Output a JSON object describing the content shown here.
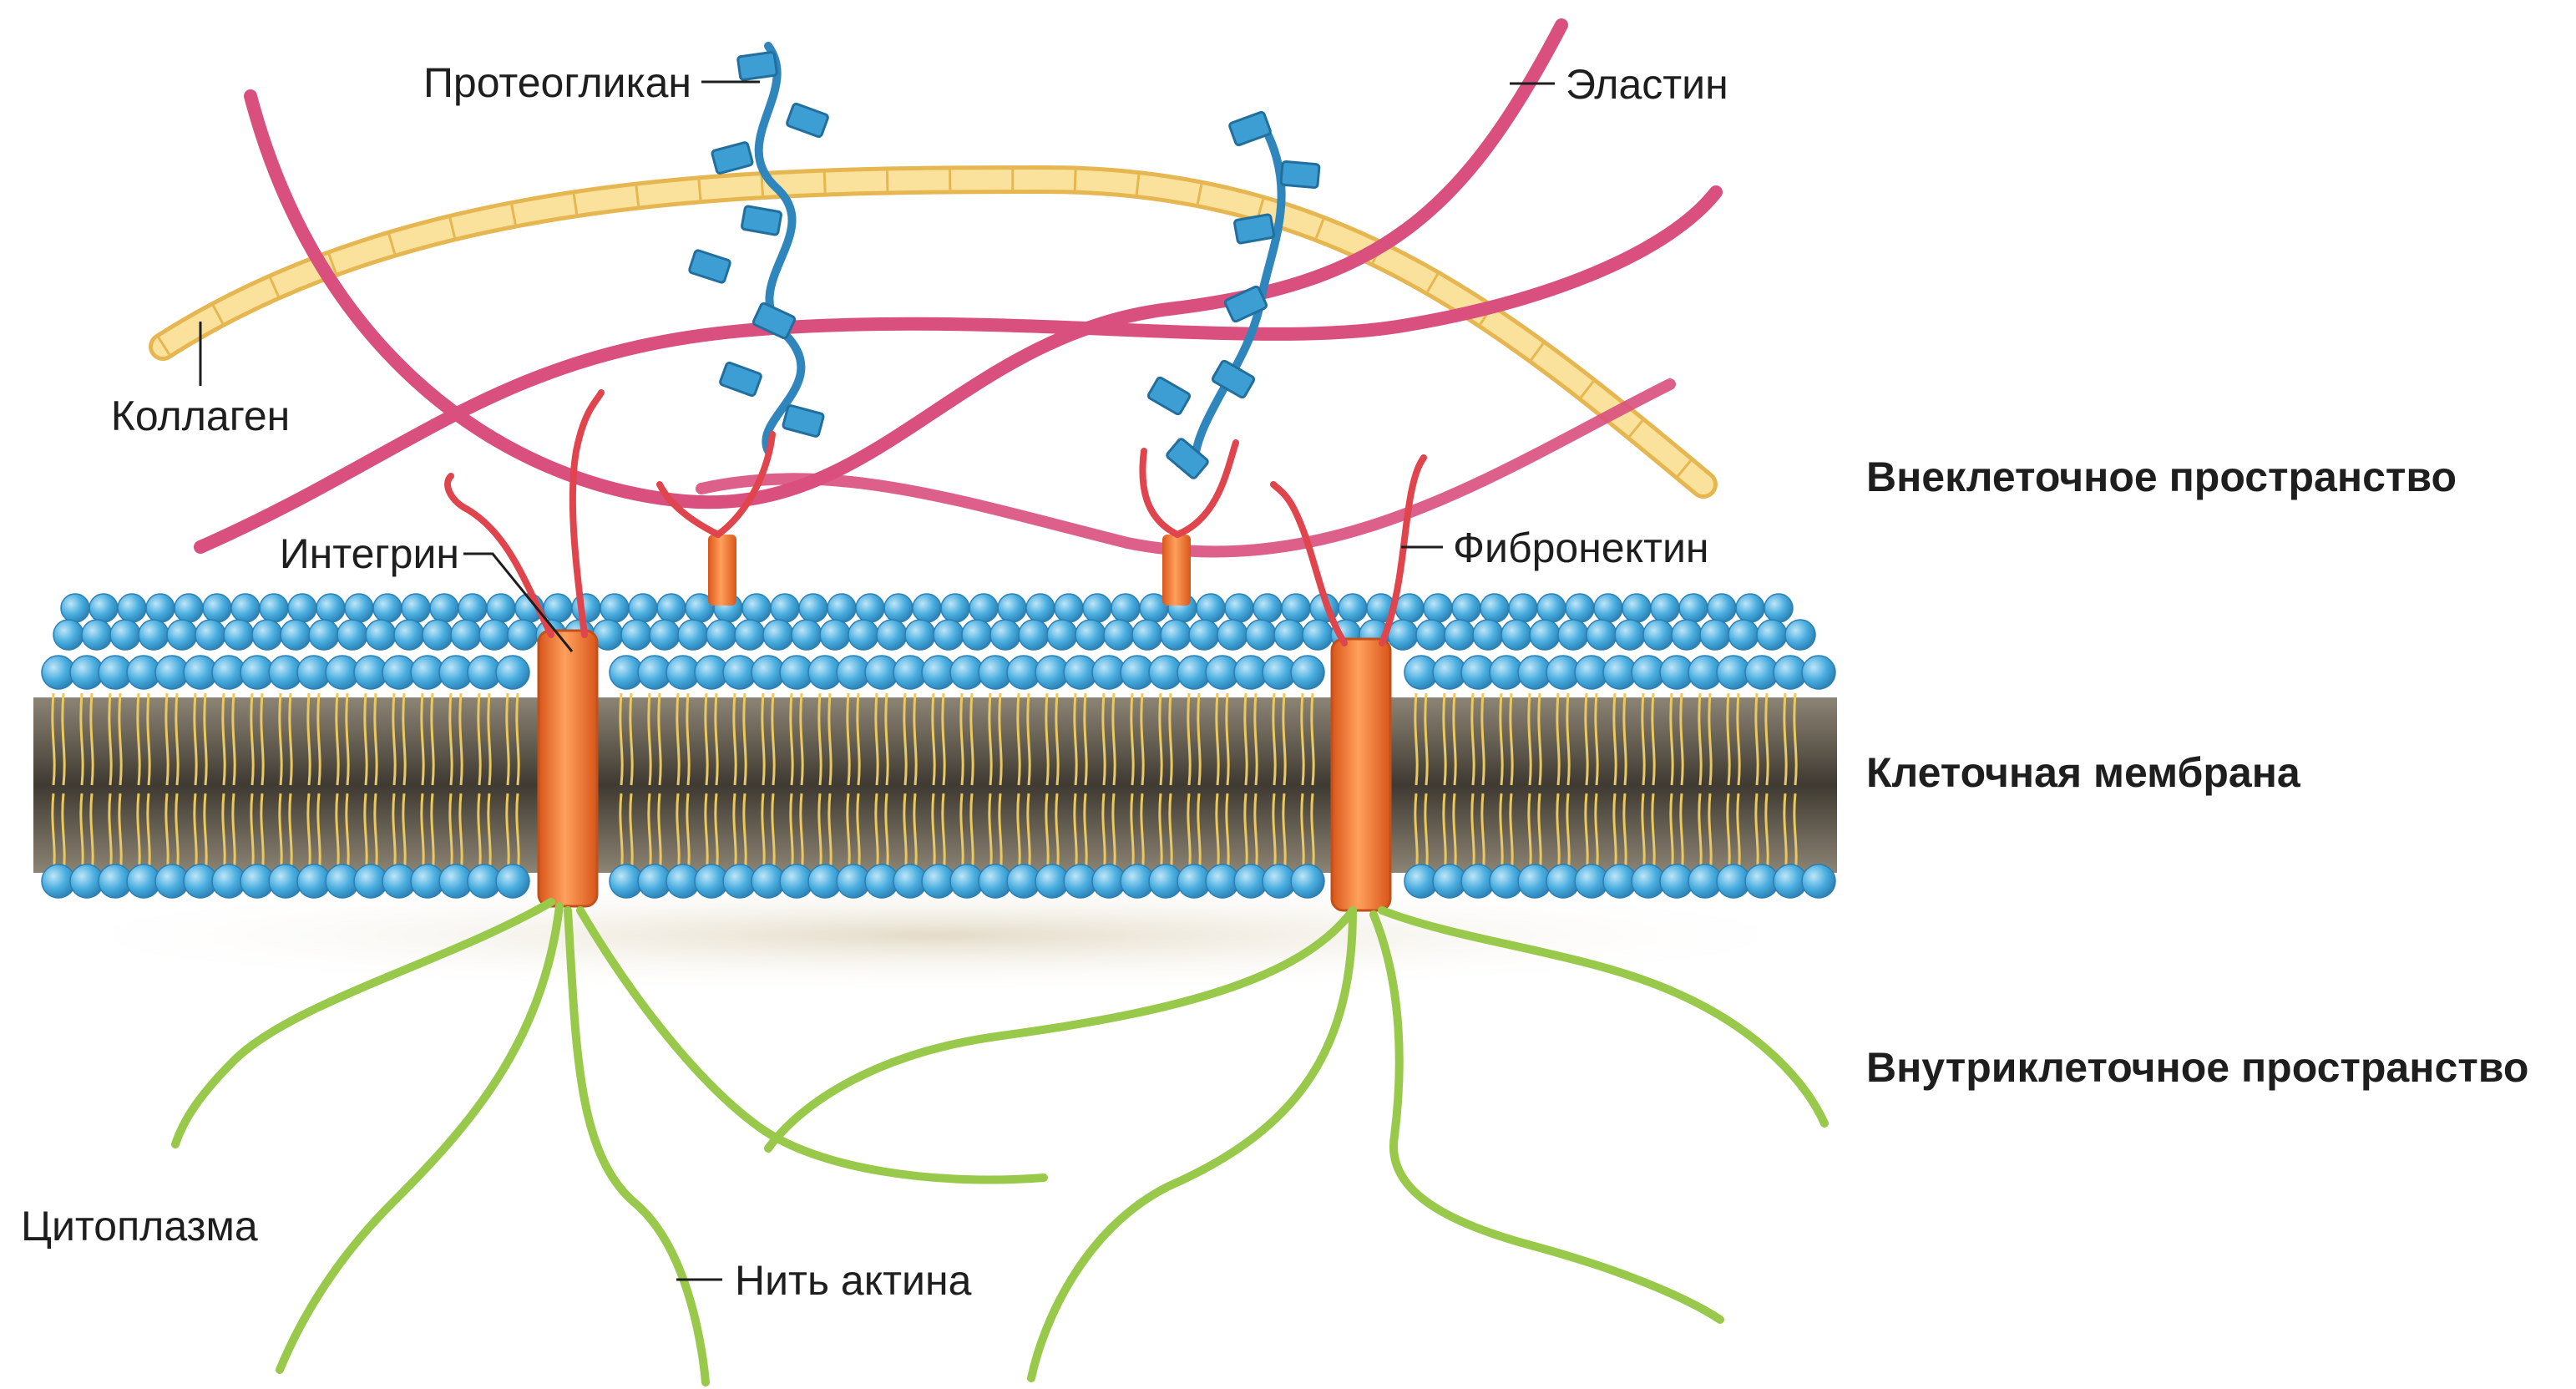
{
  "labels": {
    "proteoglycan": "Протеогликан",
    "elastin": "Эластин",
    "collagen": "Коллаген",
    "integrin": "Интегрин",
    "fibronectin": "Фибронектин",
    "cytoplasm": "Цитоплазма",
    "actin": "Нить актина"
  },
  "regions": {
    "extracellular": "Внеклеточное пространство",
    "membrane": "Клеточная мембрана",
    "intracellular": "Внутриклеточное пространство"
  },
  "colors": {
    "collagen": "#f6cf72",
    "elastin": "#d94f7d",
    "proteoglycan": "#3d9ed3",
    "integrin": "#f07a2c",
    "fibronectin": "#e0444c",
    "phospholipid_head": "#4aaee0",
    "lipid_tail": "#e9c860",
    "membrane_core": "#4f4a40",
    "actin": "#99c94a"
  }
}
